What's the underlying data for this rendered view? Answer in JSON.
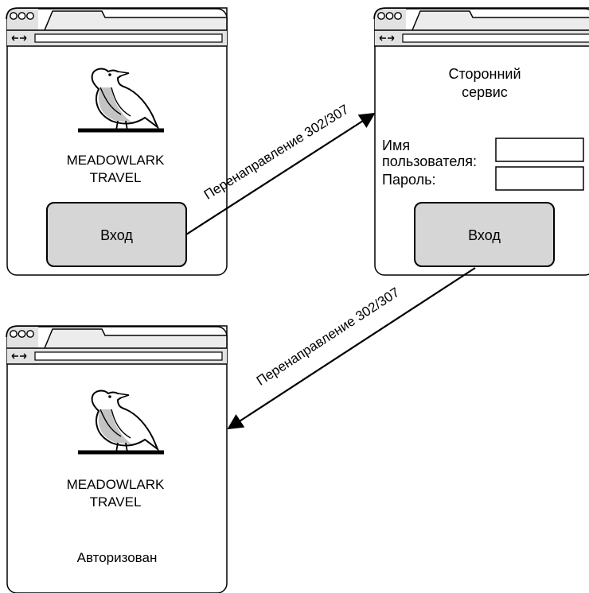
{
  "colors": {
    "stroke": "#000000",
    "window_bg": "#ffffff",
    "chrome_bg": "#e2e2e2",
    "button_fill": "#d6d6d6",
    "bird_breast": "#c4c4c4"
  },
  "icons": [
    "window-dots-icon",
    "back-forward-icon",
    "meadowlark-bird-icon",
    "arrow-icon"
  ],
  "windows": {
    "login": {
      "brand_line1": "MEADOWLARK",
      "brand_line2": "TRAVEL",
      "button_label": "Вход"
    },
    "third_party": {
      "title_line1": "Сторонний",
      "title_line2": "сервис",
      "username_line1": "Имя",
      "username_line2": "пользователя:",
      "password_label": "Пароль:",
      "button_label": "Вход"
    },
    "authorized": {
      "brand_line1": "MEADOWLARK",
      "brand_line2": "TRAVEL",
      "status_label": "Авторизован"
    }
  },
  "arrows": {
    "to_service": "Перенаправление 302/307",
    "to_app": "Перенаправление 302/307"
  }
}
